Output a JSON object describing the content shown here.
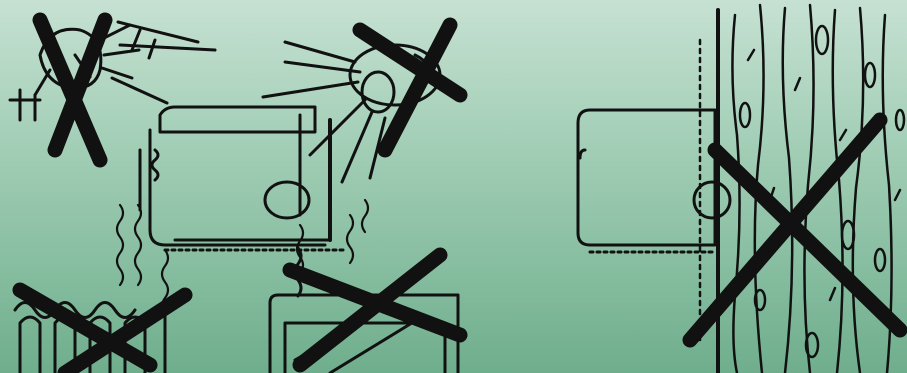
{
  "scene": {
    "background": {
      "top": "#c6e1d2",
      "bottom": "#6fae8d"
    },
    "ink": "#111111",
    "panels": [
      {
        "name": "left-installation-warnings",
        "crossed_out": [
          "wall-lamp",
          "spotlight",
          "radiator",
          "stove"
        ],
        "allowed": [
          "indoor-unit"
        ]
      },
      {
        "name": "right-installation-warning",
        "crossed_out": [
          "unit-on-wooden-wall"
        ],
        "allowed": []
      }
    ]
  }
}
